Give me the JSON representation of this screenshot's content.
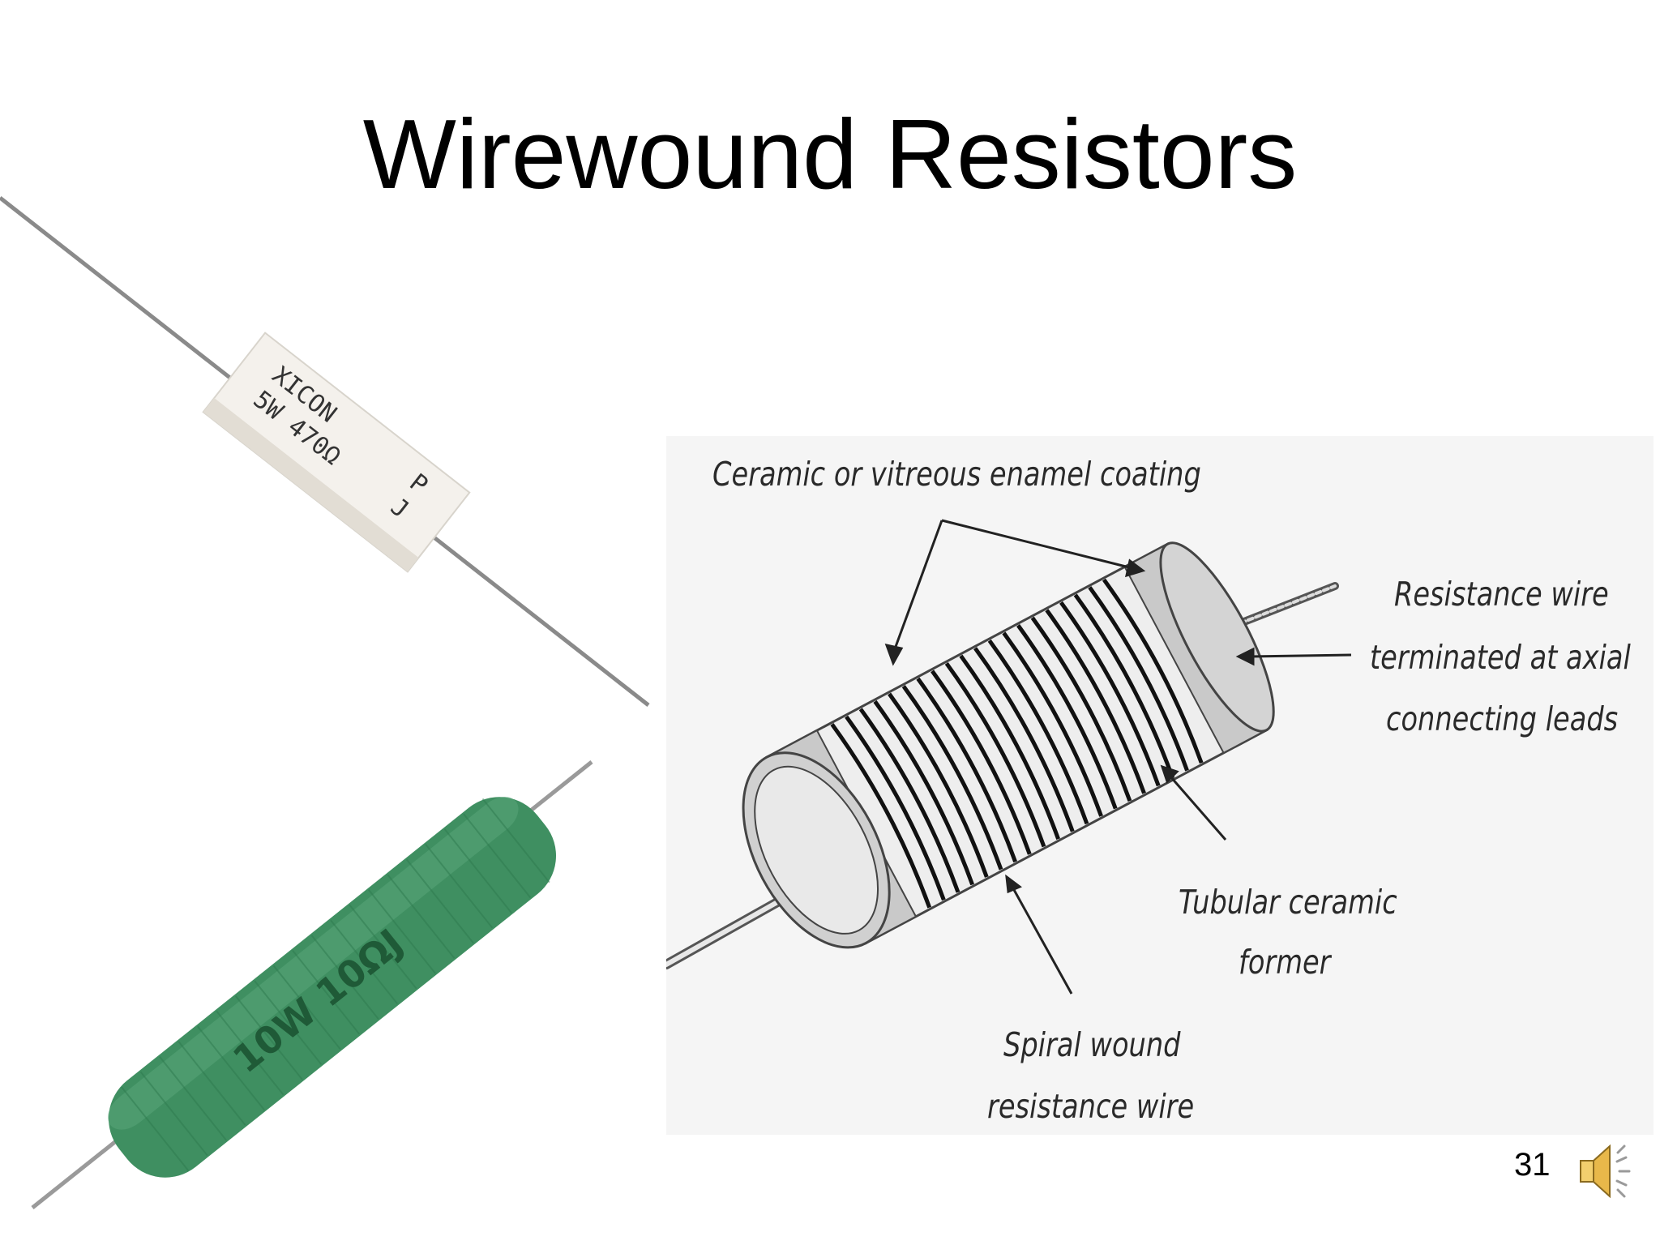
{
  "slide": {
    "title": "Wirewound Resistors",
    "page_number": "31"
  },
  "photos": {
    "white_resistor": {
      "line1": "XICON",
      "line2": "5W 470Ω",
      "mark_p": "P",
      "mark_j": "J",
      "body_color": "#f4f1ec",
      "lead_color": "#8a8a8a"
    },
    "green_resistor": {
      "marking": "10W 10ΩJ",
      "body_color": "#3f8f61",
      "lead_color": "#9a9a9a"
    }
  },
  "diagram": {
    "labels": {
      "coating": "Ceramic or vitreous enamel coating",
      "wire_line1": "Resistance wire",
      "wire_line2": "terminated at axial",
      "wire_line3": "connecting leads",
      "former_line1": "Tubular ceramic",
      "former_line2": "former",
      "spiral_line1": "Spiral wound",
      "spiral_line2": "resistance wire"
    },
    "background": "#f5f5f5",
    "coating_color": "#c9c9c9"
  },
  "icons": {
    "speaker": "speaker-icon"
  }
}
